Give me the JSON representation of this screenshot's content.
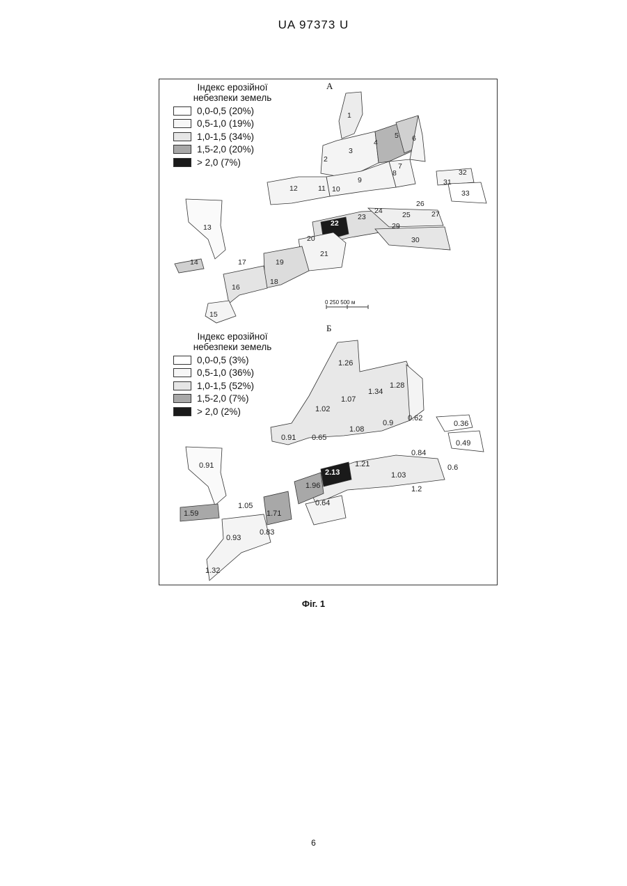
{
  "header": "UA   97373   U",
  "panel_a": {
    "letter": "А",
    "legend_title_line1": "Індекс ерозійної",
    "legend_title_line2": "небезпеки земель",
    "legend": [
      {
        "range": "0,0-0,5",
        "pct": "(20%)",
        "color": "#ffffff"
      },
      {
        "range": "0,5-1,0",
        "pct": "(19%)",
        "color": "#f7f7f7"
      },
      {
        "range": "1,0-1,5",
        "pct": "(34%)",
        "color": "#e6e6e6"
      },
      {
        "range": "1,5-2,0",
        "pct": "(20%)",
        "color": "#a8a8a8"
      },
      {
        "range": "> 2,0",
        "pct": "(7%)",
        "color": "#1a1a1a"
      }
    ],
    "scale_bar": "0  250  500 м",
    "field_labels": [
      "1",
      "2",
      "3",
      "4",
      "5",
      "6",
      "7",
      "8",
      "9",
      "10",
      "11",
      "12",
      "13",
      "14",
      "15",
      "16",
      "17",
      "18",
      "19",
      "20",
      "21",
      "22",
      "23",
      "24",
      "25",
      "26",
      "27",
      "29",
      "30",
      "31",
      "32",
      "33"
    ]
  },
  "panel_b": {
    "letter": "Б",
    "legend_title_line1": "Індекс ерозійної",
    "legend_title_line2": "небезпеки земель",
    "legend": [
      {
        "range": "0,0-0,5",
        "pct": "(3%)",
        "color": "#ffffff"
      },
      {
        "range": "0,5-1,0",
        "pct": "(36%)",
        "color": "#f7f7f7"
      },
      {
        "range": "1,0-1,5",
        "pct": "(52%)",
        "color": "#e6e6e6"
      },
      {
        "range": "1,5-2,0",
        "pct": "(7%)",
        "color": "#a8a8a8"
      },
      {
        "range": "> 2,0",
        "pct": "(2%)",
        "color": "#1a1a1a"
      }
    ],
    "field_values": [
      "1.26",
      "1.02",
      "1.07",
      "1.34",
      "1.28",
      "0.62",
      "0.9",
      "1.08",
      "0.91",
      "0.65",
      "0.36",
      "0.49",
      "0.91",
      "0.84",
      "0.6",
      "1.21",
      "1.03",
      "1.2",
      "2.13",
      "1.96",
      "0.64",
      "1.05",
      "1.71",
      "1.59",
      "0.83",
      "0.93",
      "1.32"
    ]
  },
  "caption": "Фіг. 1",
  "page_number": "6"
}
